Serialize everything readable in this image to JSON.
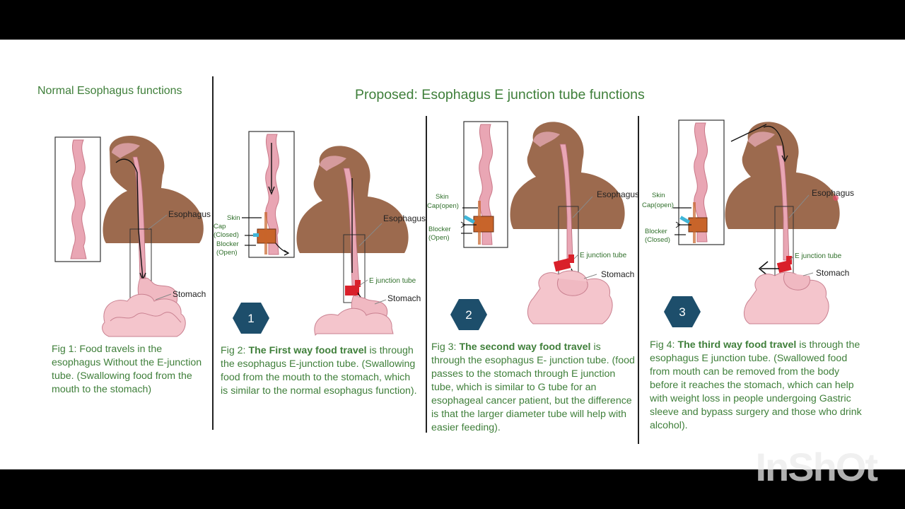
{
  "titles": {
    "normal": "Normal Esophagus functions",
    "proposed": "Proposed: Esophagus E junction tube  functions"
  },
  "labels": {
    "esophagus": "Esophagus",
    "stomach": "Stomach",
    "e_junction_tube": "E junction tube",
    "skin": "Skin",
    "cap": "Cap",
    "cap_closed": "(Closed)",
    "cap_open": "Cap(open)",
    "blocker": "Blocker",
    "blocker_open": "(Open)",
    "blocker_closed": "(Closed)"
  },
  "badges": [
    "1",
    "2",
    "3"
  ],
  "captions": {
    "fig1": {
      "plain": "Fig 1: Food travels in the esophagus Without the E-junction tube. (Swallowing food from the mouth to the stomach)"
    },
    "fig2": {
      "prefix": "Fig 2: ",
      "bold": "The First way food travel",
      "rest": " is through the esophagus E-junction tube. (Swallowing food from the mouth to the stomach, which is similar to the normal esophagus function)."
    },
    "fig3": {
      "prefix": "Fig 3: ",
      "bold": "The second way food travel",
      "rest": " is through the esophagus E- junction tube. (food passes to the stomach through E junction tube, which is similar to G tube for an esophageal cancer patient, but the difference is that the larger diameter tube will help with easier feeding)."
    },
    "fig4": {
      "prefix": "Fig 4: ",
      "bold": "The third way food travel",
      "rest": " is through the esophagus E junction tube. (Swallowed food from mouth can be removed from the body before it reaches the stomach, which can help with weight loss in people undergoing Gastric sleeve and bypass surgery and those who drink alcohol)."
    }
  },
  "watermark": "InShOt",
  "colors": {
    "title_green": "#3f7f3a",
    "skin_brown": "#9c6a4e",
    "esophagus_pink": "#e9a6b4",
    "tube_red": "#d9202a",
    "hex_navy": "#1d4e6b",
    "cap_blue": "#3fb6d8",
    "cap_orange": "#c8642a"
  }
}
